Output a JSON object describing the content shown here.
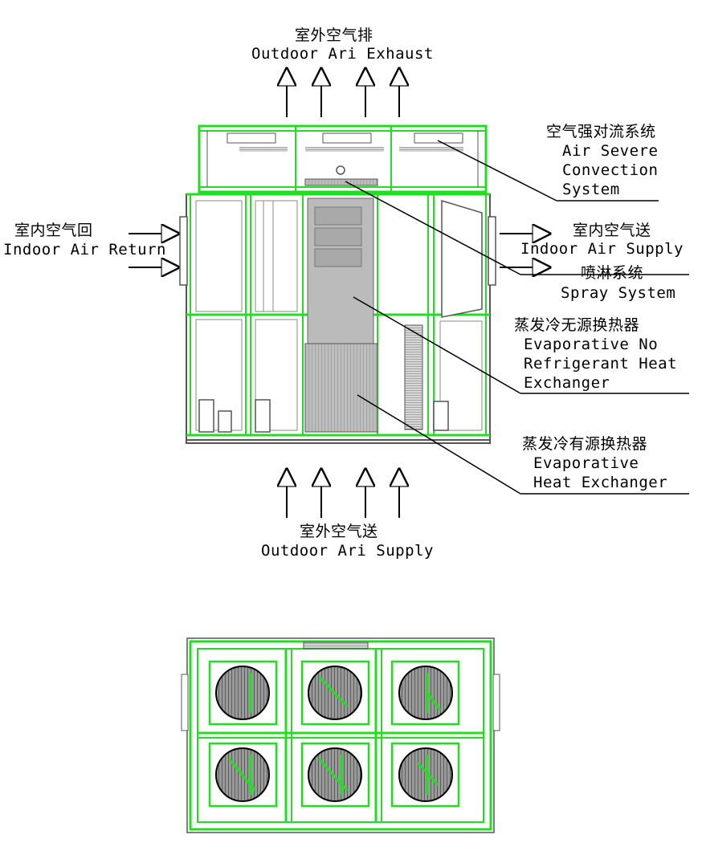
{
  "labels": {
    "outdoor_exhaust": {
      "zh": "室外空气排",
      "en": "Outdoor Ari Exhaust"
    },
    "air_convection": {
      "zh": "空气强对流系统",
      "en1": "Air Severe",
      "en2": "Convection",
      "en3": "System"
    },
    "indoor_return": {
      "zh": "室内空气回",
      "en": "Indoor Air Return"
    },
    "indoor_supply": {
      "zh": "室内空气送",
      "en": "Indoor Air Supply"
    },
    "spray_system": {
      "zh": "喷淋系统",
      "en": "Spray System"
    },
    "evap_no_refrig": {
      "zh": "蒸发冷无源换热器",
      "en1": "Evaporative No",
      "en2": "Refrigerant Heat",
      "en3": "Exchanger"
    },
    "evap_heat_exchanger": {
      "zh": "蒸发冷有源换热器",
      "en1": "Evaporative",
      "en2": "Heat Exchanger"
    },
    "outdoor_supply": {
      "zh": "室外空气送",
      "en": "Outdoor Ari Supply"
    }
  },
  "colors": {
    "frame_green": "#22dd22",
    "line": "#000000",
    "fill_gray": "#b8b8b8",
    "dark_gray": "#555555"
  }
}
